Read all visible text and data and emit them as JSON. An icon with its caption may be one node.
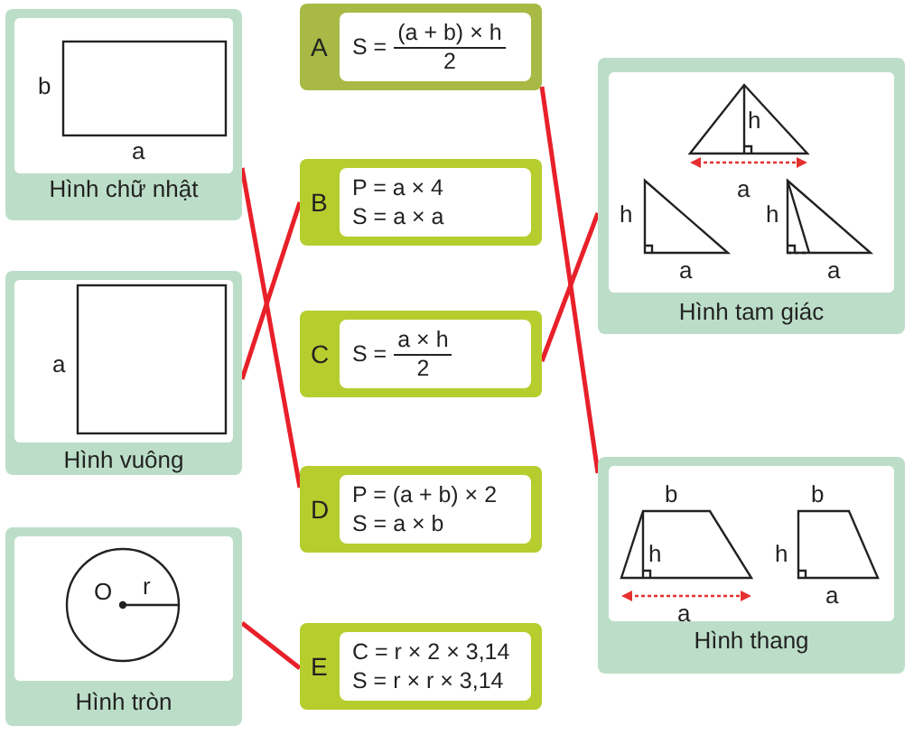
{
  "diagram": {
    "nodes": [
      {
        "text": [
          "Hình chữ nhật"
        ]
      },
      {
        "text": [
          "Hình vuông"
        ]
      },
      {
        "text": [
          "Hình tròn"
        ]
      },
      {
        "text": [
          "A",
          "S =",
          "(a + b) × h",
          "2"
        ]
      },
      {
        "text": [
          "B",
          "P = a × 4",
          "S = a × a"
        ]
      },
      {
        "text": [
          "C",
          "S =",
          "a × h",
          "2"
        ]
      },
      {
        "text": [
          "D",
          "P = (a + b) × 2",
          "S = a × b"
        ]
      },
      {
        "text": [
          "E",
          "C = r × 2 × 3,14",
          "S = r × r × 3,14"
        ]
      },
      {
        "text": [
          "Hình tam giác"
        ]
      },
      {
        "text": [
          "Hình thang"
        ]
      }
    ],
    "edges": [
      {
        "from": 0,
        "to": 6,
        "arrow": "none"
      },
      {
        "from": 1,
        "to": 4,
        "arrow": "none"
      },
      {
        "from": 2,
        "to": 7,
        "arrow": "none"
      },
      {
        "from": 3,
        "to": 9,
        "arrow": "none"
      },
      {
        "from": 5,
        "to": 8,
        "arrow": "none"
      }
    ],
    "labels": [
      "b",
      "a",
      "a",
      "O",
      "r",
      "h",
      "a",
      "h",
      "a",
      "h",
      "a",
      "b",
      "h",
      "a",
      "b",
      "h",
      "a"
    ]
  }
}
